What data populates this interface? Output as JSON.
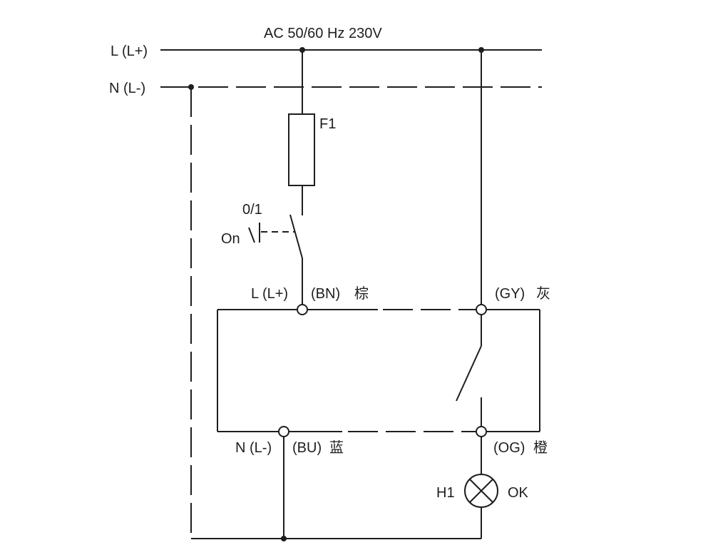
{
  "supply": {
    "label": "AC 50/60 Hz 230V"
  },
  "rails": {
    "line_label": "L (L+)",
    "neutral_label": "N (L-)"
  },
  "fuse": {
    "label": "F1"
  },
  "switch": {
    "position_label": "0/1",
    "on_label": "On"
  },
  "terminals": {
    "brown": {
      "terminal_label": "L (L+)",
      "code": "(BN)",
      "color_name": "棕"
    },
    "grey": {
      "code": "(GY)",
      "color_name": "灰"
    },
    "blue": {
      "terminal_label": "N (L-)",
      "code": "(BU)",
      "color_name": "蓝"
    },
    "orange": {
      "code": "(OG)",
      "color_name": "橙"
    }
  },
  "lamp": {
    "label": "H1",
    "status": "OK"
  }
}
